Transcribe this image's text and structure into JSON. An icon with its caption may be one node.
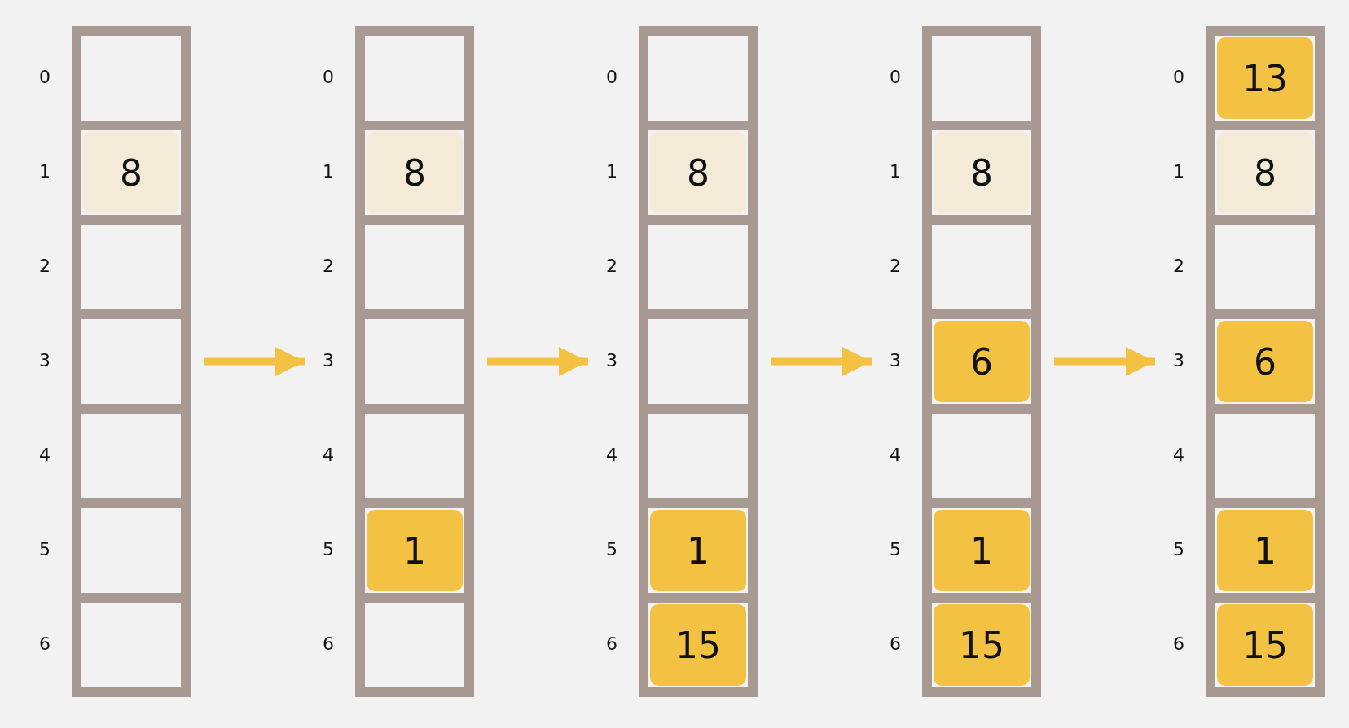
{
  "diagram": {
    "nodes": [
      {
        "text": [],
        "shape": "box"
      },
      {
        "text": [],
        "shape": "box",
        "in": 0,
        "beside": [
          "0"
        ]
      },
      {
        "text": [
          "8"
        ],
        "in": 0,
        "beside": [
          "1"
        ]
      },
      {
        "text": [],
        "shape": "box",
        "in": 0,
        "beside": [
          "2"
        ]
      },
      {
        "text": [],
        "shape": "box",
        "in": 0,
        "beside": [
          "3"
        ]
      },
      {
        "text": [],
        "shape": "box",
        "in": 0,
        "beside": [
          "4"
        ]
      },
      {
        "text": [],
        "shape": "box",
        "in": 0,
        "beside": [
          "5"
        ]
      },
      {
        "text": [],
        "shape": "box",
        "in": 0,
        "beside": [
          "6"
        ]
      },
      {
        "text": [],
        "shape": "box"
      },
      {
        "text": [],
        "shape": "box",
        "in": 8,
        "beside": [
          "0"
        ]
      },
      {
        "text": [
          "8"
        ],
        "in": 8,
        "beside": [
          "1"
        ]
      },
      {
        "text": [],
        "shape": "box",
        "in": 8,
        "beside": [
          "2"
        ]
      },
      {
        "text": [],
        "shape": "box",
        "in": 8,
        "beside": [
          "3"
        ]
      },
      {
        "text": [],
        "shape": "box",
        "in": 8,
        "beside": [
          "4"
        ]
      },
      {
        "text": [
          "1"
        ],
        "in": 8,
        "beside": [
          "5"
        ]
      },
      {
        "text": [],
        "shape": "box",
        "in": 8,
        "beside": [
          "6"
        ]
      },
      {
        "text": [],
        "shape": "box"
      },
      {
        "text": [],
        "shape": "box",
        "in": 16,
        "beside": [
          "0"
        ]
      },
      {
        "text": [
          "8"
        ],
        "in": 16,
        "beside": [
          "1"
        ]
      },
      {
        "text": [],
        "shape": "box",
        "in": 16,
        "beside": [
          "2"
        ]
      },
      {
        "text": [],
        "shape": "box",
        "in": 16,
        "beside": [
          "3"
        ]
      },
      {
        "text": [],
        "shape": "box",
        "in": 16,
        "beside": [
          "4"
        ]
      },
      {
        "text": [
          "1"
        ],
        "in": 16,
        "beside": [
          "5"
        ]
      },
      {
        "text": [
          "15"
        ],
        "in": 16,
        "beside": [
          "6"
        ]
      },
      {
        "text": [],
        "shape": "box"
      },
      {
        "text": [],
        "shape": "box",
        "in": 24,
        "beside": [
          "0"
        ]
      },
      {
        "text": [
          "8"
        ],
        "in": 24,
        "beside": [
          "1"
        ]
      },
      {
        "text": [],
        "shape": "box",
        "in": 24,
        "beside": [
          "2"
        ]
      },
      {
        "text": [
          "6"
        ],
        "in": 24,
        "beside": [
          "3"
        ]
      },
      {
        "text": [],
        "shape": "box",
        "in": 24,
        "beside": [
          "4"
        ]
      },
      {
        "text": [
          "1"
        ],
        "in": 24,
        "beside": [
          "5"
        ]
      },
      {
        "text": [
          "15"
        ],
        "in": 24,
        "beside": [
          "6"
        ]
      },
      {
        "text": [],
        "shape": "box"
      },
      {
        "text": [
          "13"
        ],
        "in": 32,
        "beside": [
          "0"
        ]
      },
      {
        "text": [
          "8"
        ],
        "in": 32,
        "beside": [
          "1"
        ]
      },
      {
        "text": [],
        "shape": "box",
        "in": 32,
        "beside": [
          "2"
        ]
      },
      {
        "text": [
          "6"
        ],
        "in": 32,
        "beside": [
          "3"
        ]
      },
      {
        "text": [],
        "shape": "box",
        "in": 32,
        "beside": [
          "4"
        ]
      },
      {
        "text": [
          "1"
        ],
        "in": 32,
        "beside": [
          "5"
        ]
      },
      {
        "text": [
          "15"
        ],
        "in": 32,
        "beside": [
          "6"
        ]
      }
    ],
    "edges": [
      {
        "from": 0,
        "to": 8,
        "arrow": "to"
      },
      {
        "from": 8,
        "to": 16,
        "arrow": "to"
      },
      {
        "from": 16,
        "to": 24,
        "arrow": "to"
      },
      {
        "from": 24,
        "to": 32,
        "arrow": "to"
      }
    ]
  }
}
